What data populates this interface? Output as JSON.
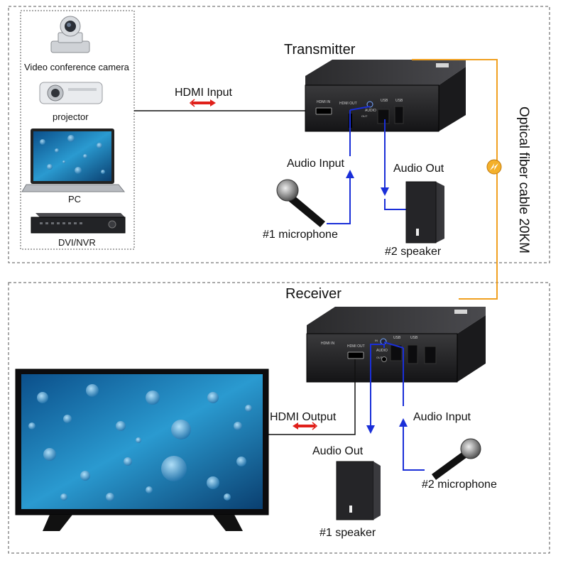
{
  "transmitter_section": {
    "title": "Transmitter",
    "sources": [
      {
        "label": "Video conference camera"
      },
      {
        "label": "projector"
      },
      {
        "label": "PC"
      },
      {
        "label": "DVI/NVR"
      }
    ],
    "hdmi_input_label": "HDMI Input",
    "audio_input_label": "Audio Input",
    "audio_out_label": "Audio Out",
    "microphone_label": "#1 microphone",
    "speaker_label": "#2 speaker"
  },
  "receiver_section": {
    "title": "Receiver",
    "hdmi_output_label": "HDMI Output",
    "audio_out_label": "Audio Out",
    "audio_input_label": "Audio Input",
    "speaker_label": "#1 speaker",
    "microphone_label": "#2 microphone"
  },
  "fiber_label": "Optical fiber cable 20KM",
  "device_panel": {
    "hdmi_in": "HDMI IN",
    "hdmi_out": "HDMI OUT",
    "audio": "AUDIO",
    "usb": "USB",
    "in": "IN",
    "out": "OUT"
  },
  "colors": {
    "fiber": "#f0a020",
    "audio_line": "#1a2fd8",
    "hdmi_arrow": "#e0201a",
    "frame": "#555555"
  }
}
